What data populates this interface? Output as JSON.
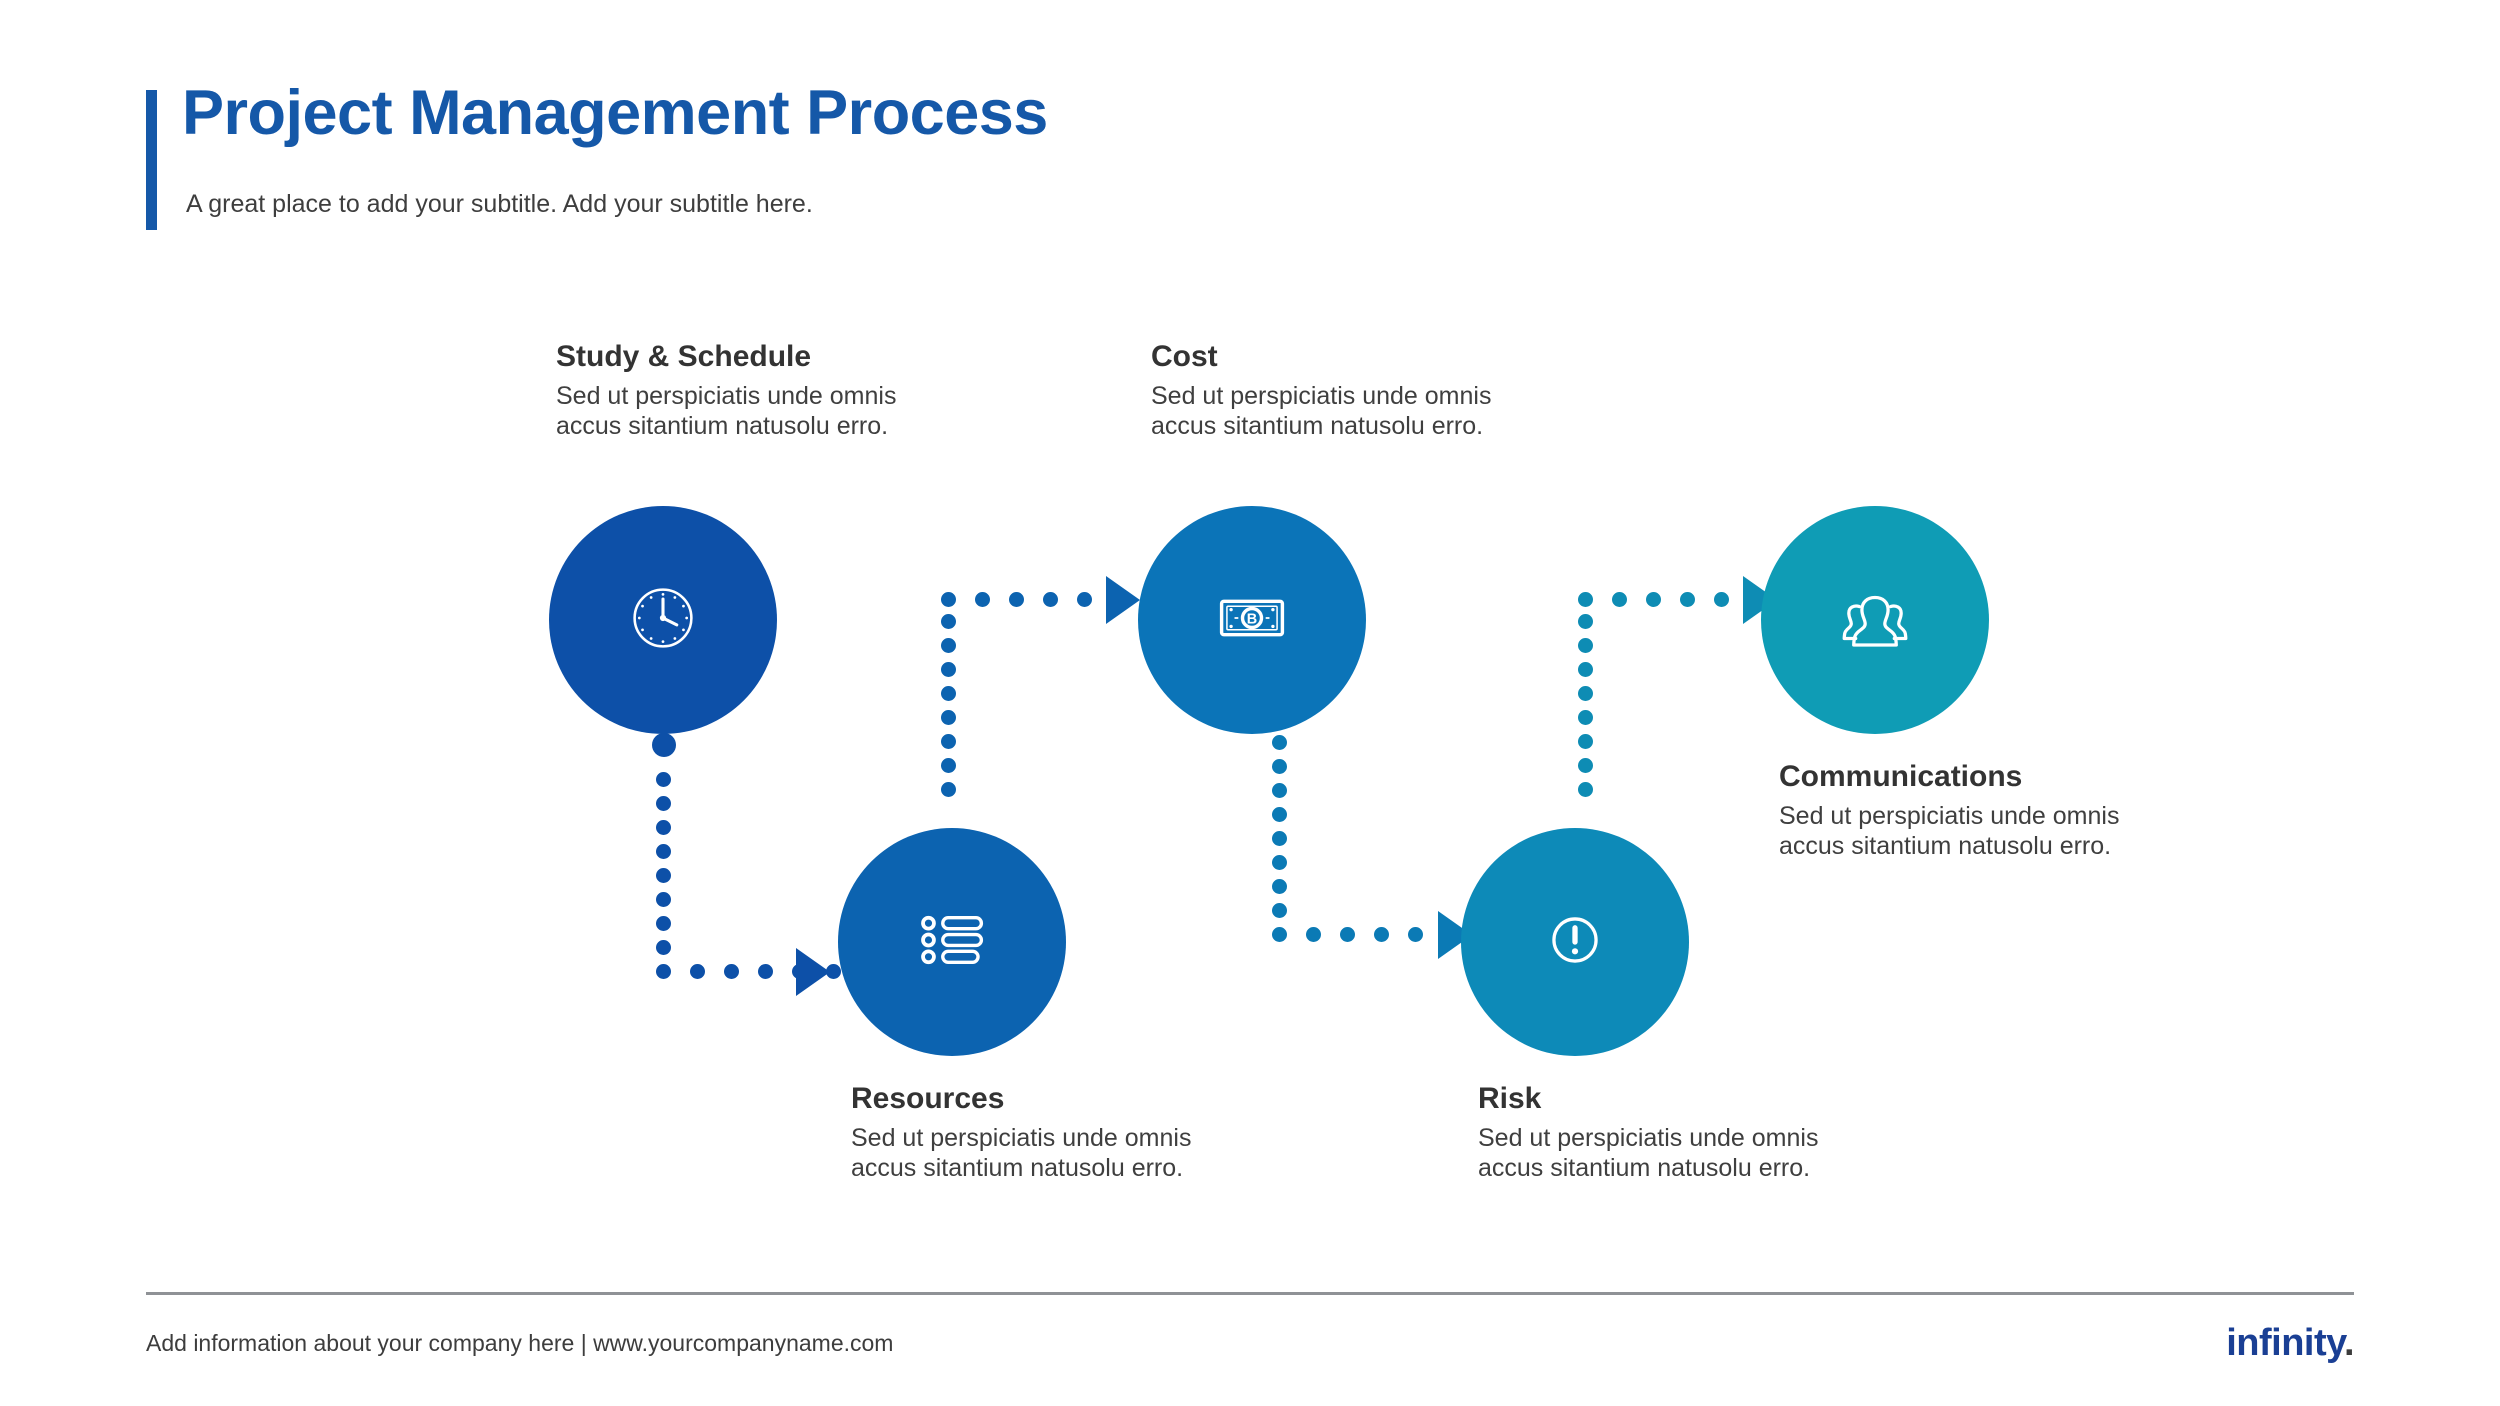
{
  "header": {
    "title": "Project Management Process",
    "subtitle": "A great place to add your subtitle. Add your subtitle here.",
    "accent_color": "#1558a8"
  },
  "diagram": {
    "type": "process-flow",
    "description_shared": "Sed ut perspiciatis unde omnis\naccus sitantium natusolu erro.",
    "nodes": [
      {
        "id": "study-schedule",
        "order": 1,
        "title": "Study & Schedule",
        "description": "Sed ut perspiciatis unde omnis\naccus sitantium natusolu erro.",
        "icon": "clock-icon",
        "color": "#0d50a8",
        "label_position": "above"
      },
      {
        "id": "resources",
        "order": 2,
        "title": "Resources",
        "description": "Sed ut perspiciatis unde omnis\naccus sitantium natusolu erro.",
        "icon": "bulleted-list-icon",
        "color": "#0c63b0",
        "label_position": "below"
      },
      {
        "id": "cost",
        "order": 3,
        "title": "Cost",
        "description": "Sed ut perspiciatis unde omnis\naccus sitantium natusolu erro.",
        "icon": "banknote-bitcoin-icon",
        "color": "#0b74b8",
        "label_position": "above"
      },
      {
        "id": "risk",
        "order": 4,
        "title": "Risk",
        "description": "Sed ut perspiciatis unde omnis\naccus sitantium natusolu erro.",
        "icon": "warning-exclamation-icon",
        "color": "#0d8ab8",
        "label_position": "below"
      },
      {
        "id": "communications",
        "order": 5,
        "title": "Communications",
        "description": "Sed ut perspiciatis unde omnis\naccus sitantium natusolu erro.",
        "icon": "people-group-icon",
        "color": "#0f9cb5",
        "label_position": "below"
      }
    ],
    "connectors": [
      {
        "from": "study-schedule",
        "to": "resources",
        "style": "dotted-elbow",
        "color": "#0d50a8"
      },
      {
        "from": "resources",
        "to": "cost",
        "style": "dotted-elbow",
        "color": "#0c63b0"
      },
      {
        "from": "cost",
        "to": "risk",
        "style": "dotted-elbow",
        "color": "#0b7ab5"
      },
      {
        "from": "risk",
        "to": "communications",
        "style": "dotted-elbow",
        "color": "#0e8cb4"
      }
    ]
  },
  "footer": {
    "text": "Add information about your company here | www.yourcompanyname.com",
    "logo_word": "infinity",
    "logo_dot": ".",
    "logo_color": "#1a3f94"
  }
}
